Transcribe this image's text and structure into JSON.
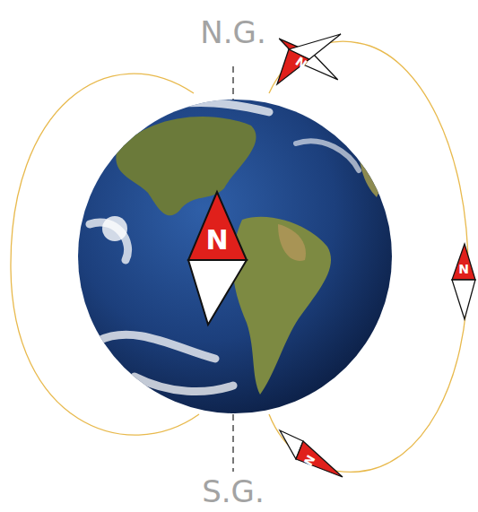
{
  "diagram": {
    "labels": [
      "N.G.",
      "N",
      "N",
      "N",
      "N",
      "S.G."
    ]
  }
}
